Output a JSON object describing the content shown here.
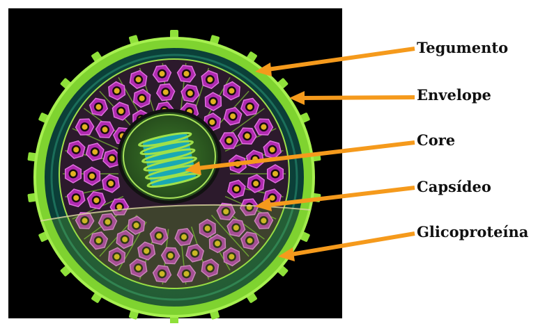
{
  "labels": [
    {
      "id": "tegumento",
      "text": "Tegumento"
    },
    {
      "id": "envelope",
      "text": "Envelope"
    },
    {
      "id": "core",
      "text": "Core"
    },
    {
      "id": "capsideo",
      "text": "Capsídeo"
    },
    {
      "id": "glicoproteina",
      "text": "Glicoproteína"
    }
  ],
  "colors": {
    "background_panel": "#000000",
    "envelope": "#8fe03a",
    "tegument": "#0e4a40",
    "capsomer": "#b02ab0",
    "capsomer_center": "#e0b020",
    "core_dna": "#1aa9b4",
    "arrow": "#f59a1c"
  }
}
